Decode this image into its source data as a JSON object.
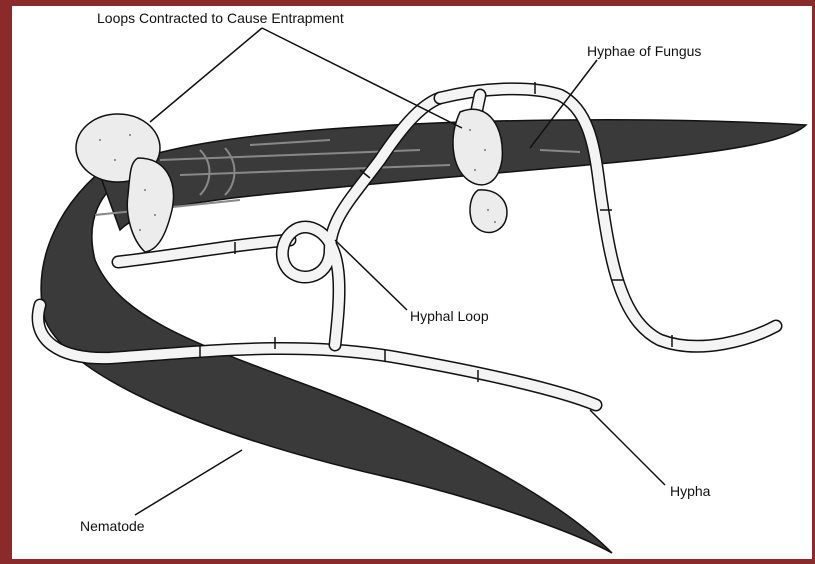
{
  "colors": {
    "frame": "#8b2a2a",
    "background": "#ffffff",
    "nematode": "#3a3a3a",
    "hypha_fill": "#f4f4f4",
    "outline": "#111111"
  },
  "labels": {
    "loops_contracted": "Loops Contracted to Cause Entrapment",
    "hyphae_of_fungus": "Hyphae of Fungus",
    "hyphal_loop": "Hyphal Loop",
    "hypha": "Hypha",
    "nematode": "Nematode"
  }
}
